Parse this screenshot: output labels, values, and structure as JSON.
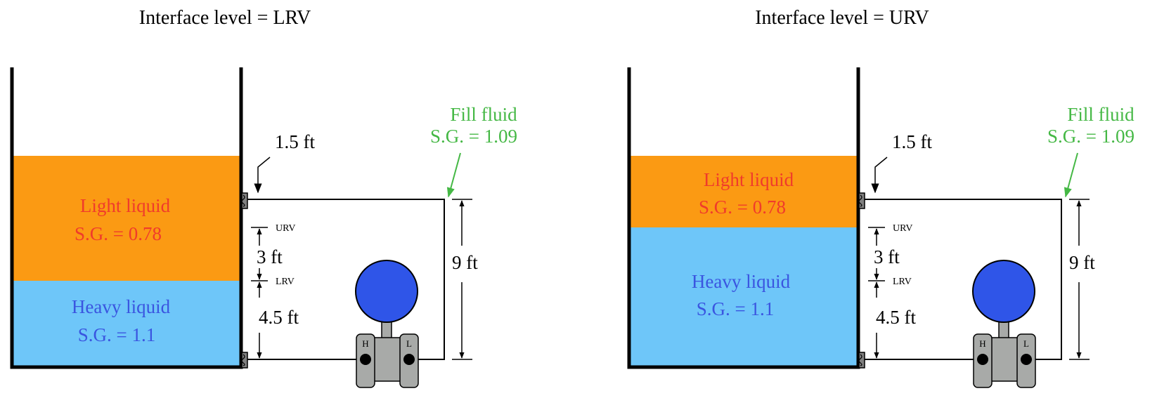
{
  "colors": {
    "light_liquid": "#fb9a13",
    "heavy_liquid": "#6ec6f9",
    "light_text": "#f03b2b",
    "heavy_text": "#3a55e0",
    "fill_fluid": "#45b845",
    "transmitter_head": "#2f55e8",
    "transmitter_body": "#a8aaa8"
  },
  "panels": [
    {
      "title": "Interface level = LRV",
      "light_liquid": {
        "name": "Light liquid",
        "sg": "S.G. = 0.78"
      },
      "heavy_liquid": {
        "name": "Heavy liquid",
        "sg": "S.G. = 1.1"
      },
      "fill_fluid": {
        "name": "Fill fluid",
        "sg": "S.G. = 1.09"
      },
      "dim_top": "1.5 ft",
      "dim_span": "3 ft",
      "dim_bottom": "4.5 ft",
      "dim_total": "9 ft",
      "urv": "URV",
      "lrv": "LRV",
      "port_h": "H",
      "port_l": "L"
    },
    {
      "title": "Interface level = URV",
      "light_liquid": {
        "name": "Light liquid",
        "sg": "S.G. = 0.78"
      },
      "heavy_liquid": {
        "name": "Heavy liquid",
        "sg": "S.G. = 1.1"
      },
      "fill_fluid": {
        "name": "Fill fluid",
        "sg": "S.G. = 1.09"
      },
      "dim_top": "1.5 ft",
      "dim_span": "3 ft",
      "dim_bottom": "4.5 ft",
      "dim_total": "9 ft",
      "urv": "URV",
      "lrv": "LRV",
      "port_h": "H",
      "port_l": "L"
    }
  ]
}
